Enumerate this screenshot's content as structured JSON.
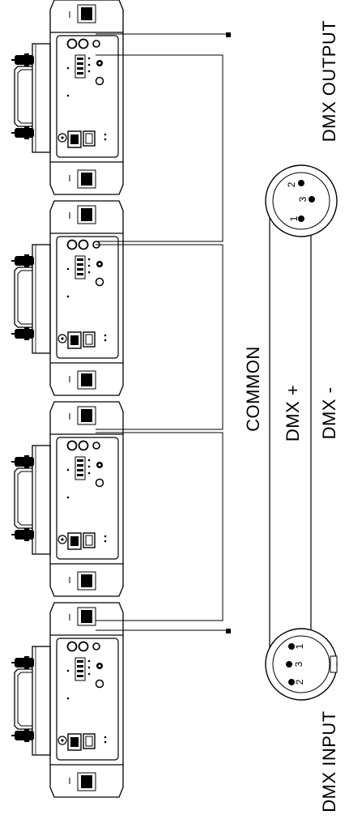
{
  "labels": {
    "dmx_output": "DMX OUTPUT",
    "dmx_input": "DMX INPUT",
    "common": "COMMON",
    "dmx_plus": "DMX +",
    "dmx_minus": "DMX -"
  },
  "connectors": {
    "output": {
      "pins": [
        "1",
        "3",
        "2"
      ]
    },
    "input": {
      "pins": [
        "1",
        "3",
        "2"
      ]
    }
  },
  "fixtures": [
    {
      "id": "fixture-1"
    },
    {
      "id": "fixture-2"
    },
    {
      "id": "fixture-3"
    },
    {
      "id": "fixture-4"
    }
  ],
  "colors": {
    "ink": "#000000",
    "background": "#ffffff"
  }
}
